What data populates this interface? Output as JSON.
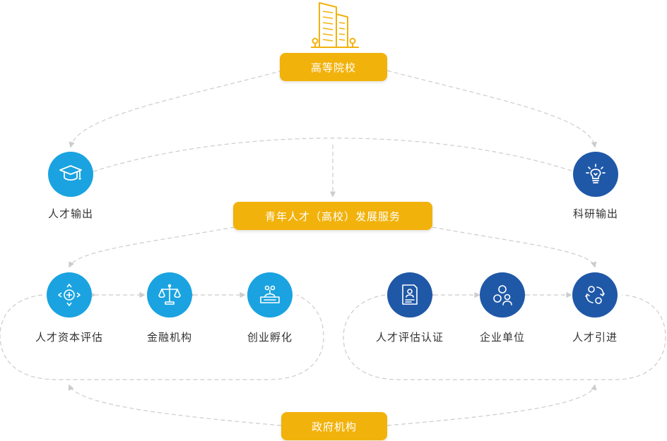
{
  "nodes": {
    "university": "高等院校",
    "talent_output": "人才输出",
    "research_output": "科研输出",
    "youth_service": "青年人才（高校）发展服务",
    "talent_capital_assessment": "人才资本评估",
    "finance_institution": "金融机构",
    "startup_incubation": "创业孵化",
    "talent_assessment_cert": "人才评估认证",
    "enterprise": "企业单位",
    "talent_introduction": "人才引进",
    "government": "政府机构"
  },
  "colors": {
    "pill": "#f2b20c",
    "light_circle": "#1aa3e0",
    "dark_circle": "#2058a8",
    "building": "#f2b20c",
    "dashed_line": "#cccccc"
  },
  "icons": {
    "university": "building-icon",
    "talent_output": "graduation-cap-icon",
    "research_output": "lightbulb-icon",
    "talent_capital_assessment": "arrows-move-icon",
    "finance_institution": "scales-icon",
    "startup_incubation": "sprout-box-icon",
    "talent_assessment_cert": "certificate-icon",
    "enterprise": "users-icon",
    "talent_introduction": "refresh-people-icon"
  }
}
